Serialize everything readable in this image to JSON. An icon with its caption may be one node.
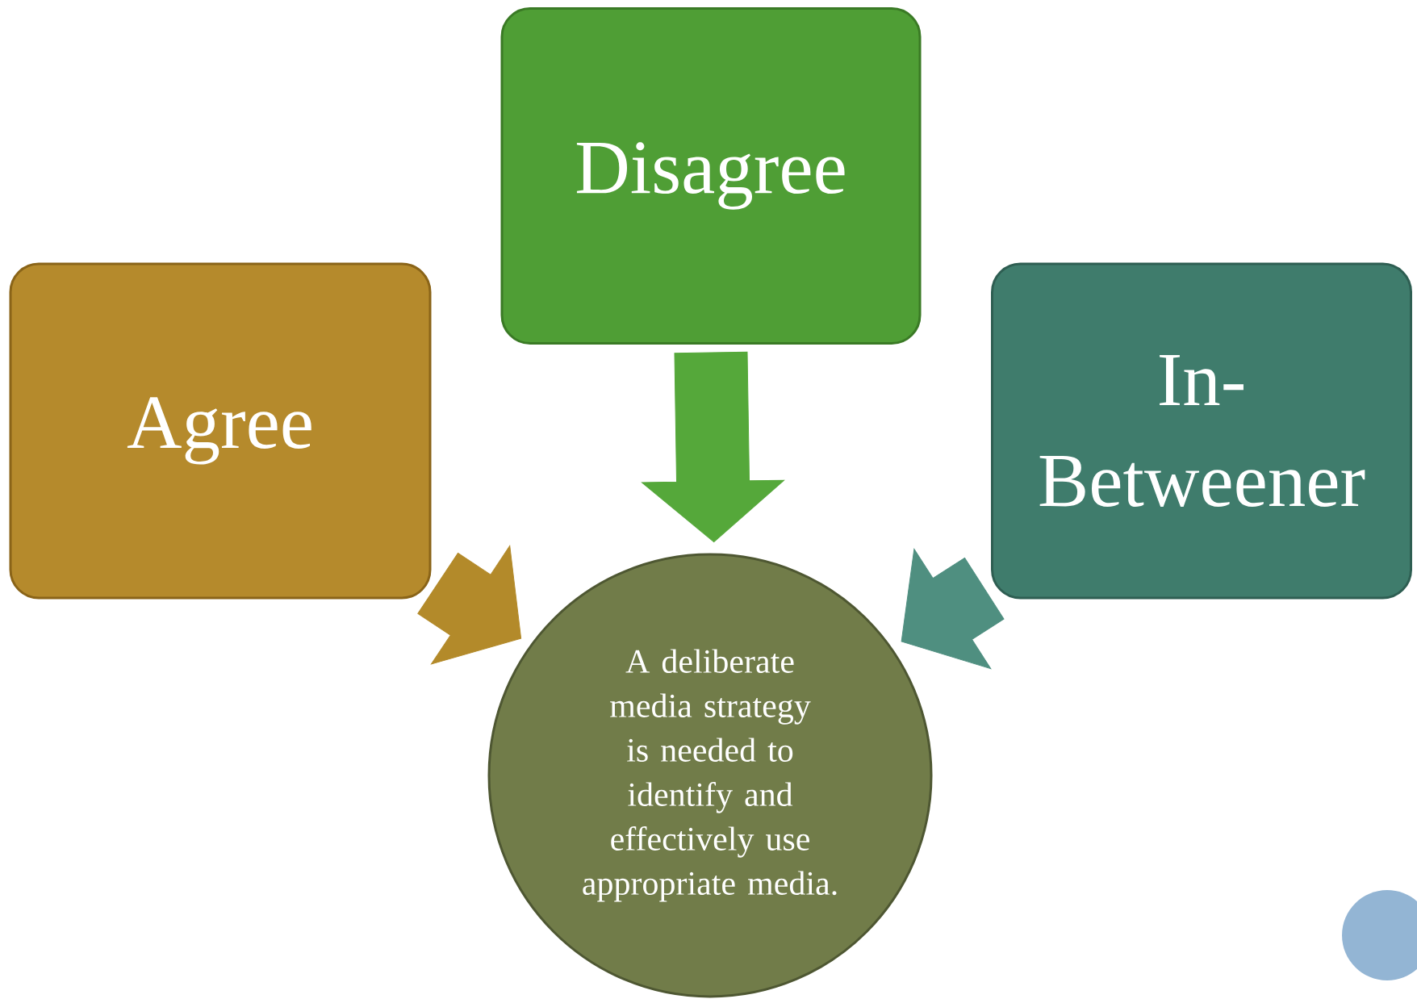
{
  "diagram": {
    "nodes": [
      {
        "text": [
          "Agree"
        ]
      },
      {
        "text": [
          "Disagree"
        ]
      },
      {
        "text": [
          "In-Betweener"
        ]
      },
      {
        "text": [
          "A deliberate media strategy is needed to identify and effectively use appropriate media."
        ]
      }
    ],
    "edges": [
      {
        "from": 0,
        "to": 3,
        "arrow": "to",
        "color": "#b38a2a"
      },
      {
        "from": 1,
        "to": 3,
        "arrow": "to",
        "color": "#55a83a"
      },
      {
        "from": 2,
        "to": 3,
        "arrow": "to",
        "color": "#4f8f80"
      }
    ]
  }
}
